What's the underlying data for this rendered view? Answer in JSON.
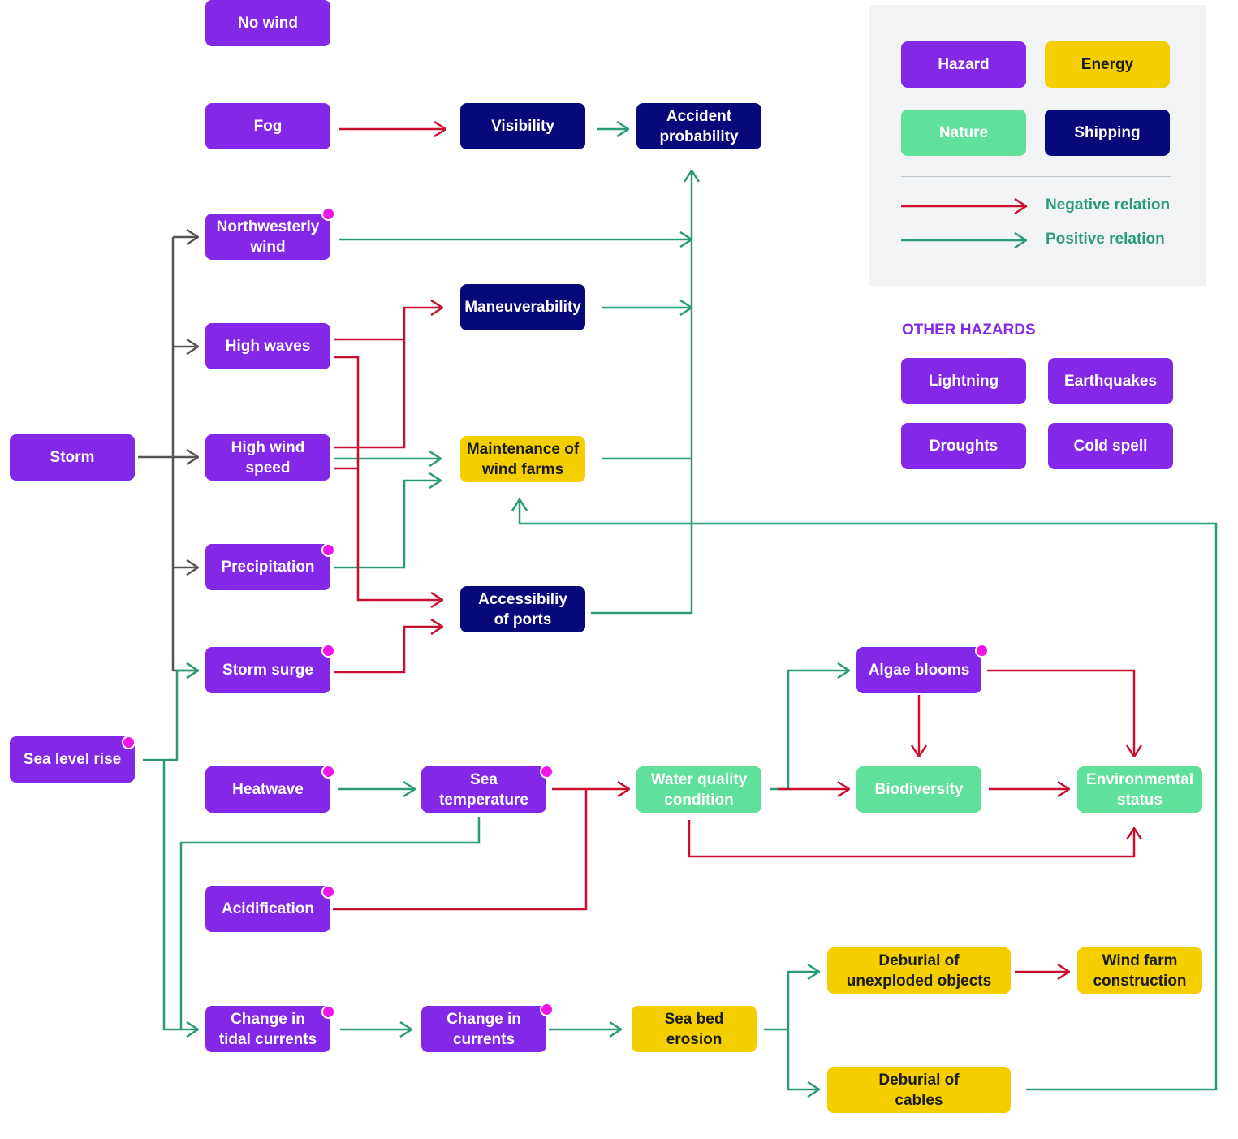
{
  "colors": {
    "hazard": "#8428e8",
    "energy": "#f5ce00",
    "nature": "#5fe09b",
    "shipping": "#07087a",
    "negative": "#c8102e",
    "positive": "#2a9a78",
    "neutral": "#555555",
    "marker": "#ef14e8"
  },
  "nodes": {
    "no_wind": "No wind",
    "fog": "Fog",
    "visibility": "Visibility",
    "accident_probability": "Accident\nprobability",
    "northwesterly_wind": "Northwesterly\nwind",
    "maneuverability": "Maneuverability",
    "high_waves": "High waves",
    "storm": "Storm",
    "high_wind_speed": "High wind\nspeed",
    "maintenance_wind_farms": "Maintenance of\nwind farms",
    "precipitation": "Precipitation",
    "accessibility_ports": "Accessibiliy\nof ports",
    "storm_surge": "Storm surge",
    "sea_level_rise": "Sea level rise",
    "heatwave": "Heatwave",
    "sea_temperature": "Sea\ntemperature",
    "water_quality": "Water quality\ncondition",
    "algae_blooms": "Algae blooms",
    "biodiversity": "Biodiversity",
    "environmental_status": "Environmental\nstatus",
    "acidification": "Acidification",
    "change_tidal_currents": "Change in\ntidal currents",
    "change_currents": "Change in\ncurrents",
    "sea_bed_erosion": "Sea bed\nerosion",
    "deburial_unexploded": "Deburial of\nunexploded objects",
    "wind_farm_construction": "Wind farm\nconstruction",
    "deburial_cables": "Deburial of\ncables"
  },
  "legend": {
    "hazard": "Hazard",
    "energy": "Energy",
    "nature": "Nature",
    "shipping": "Shipping",
    "negative_relation": "Negative relation",
    "positive_relation": "Positive relation"
  },
  "other_hazards": {
    "title": "OTHER HAZARDS",
    "lightning": "Lightning",
    "earthquakes": "Earthquakes",
    "droughts": "Droughts",
    "cold_spell": "Cold spell"
  }
}
